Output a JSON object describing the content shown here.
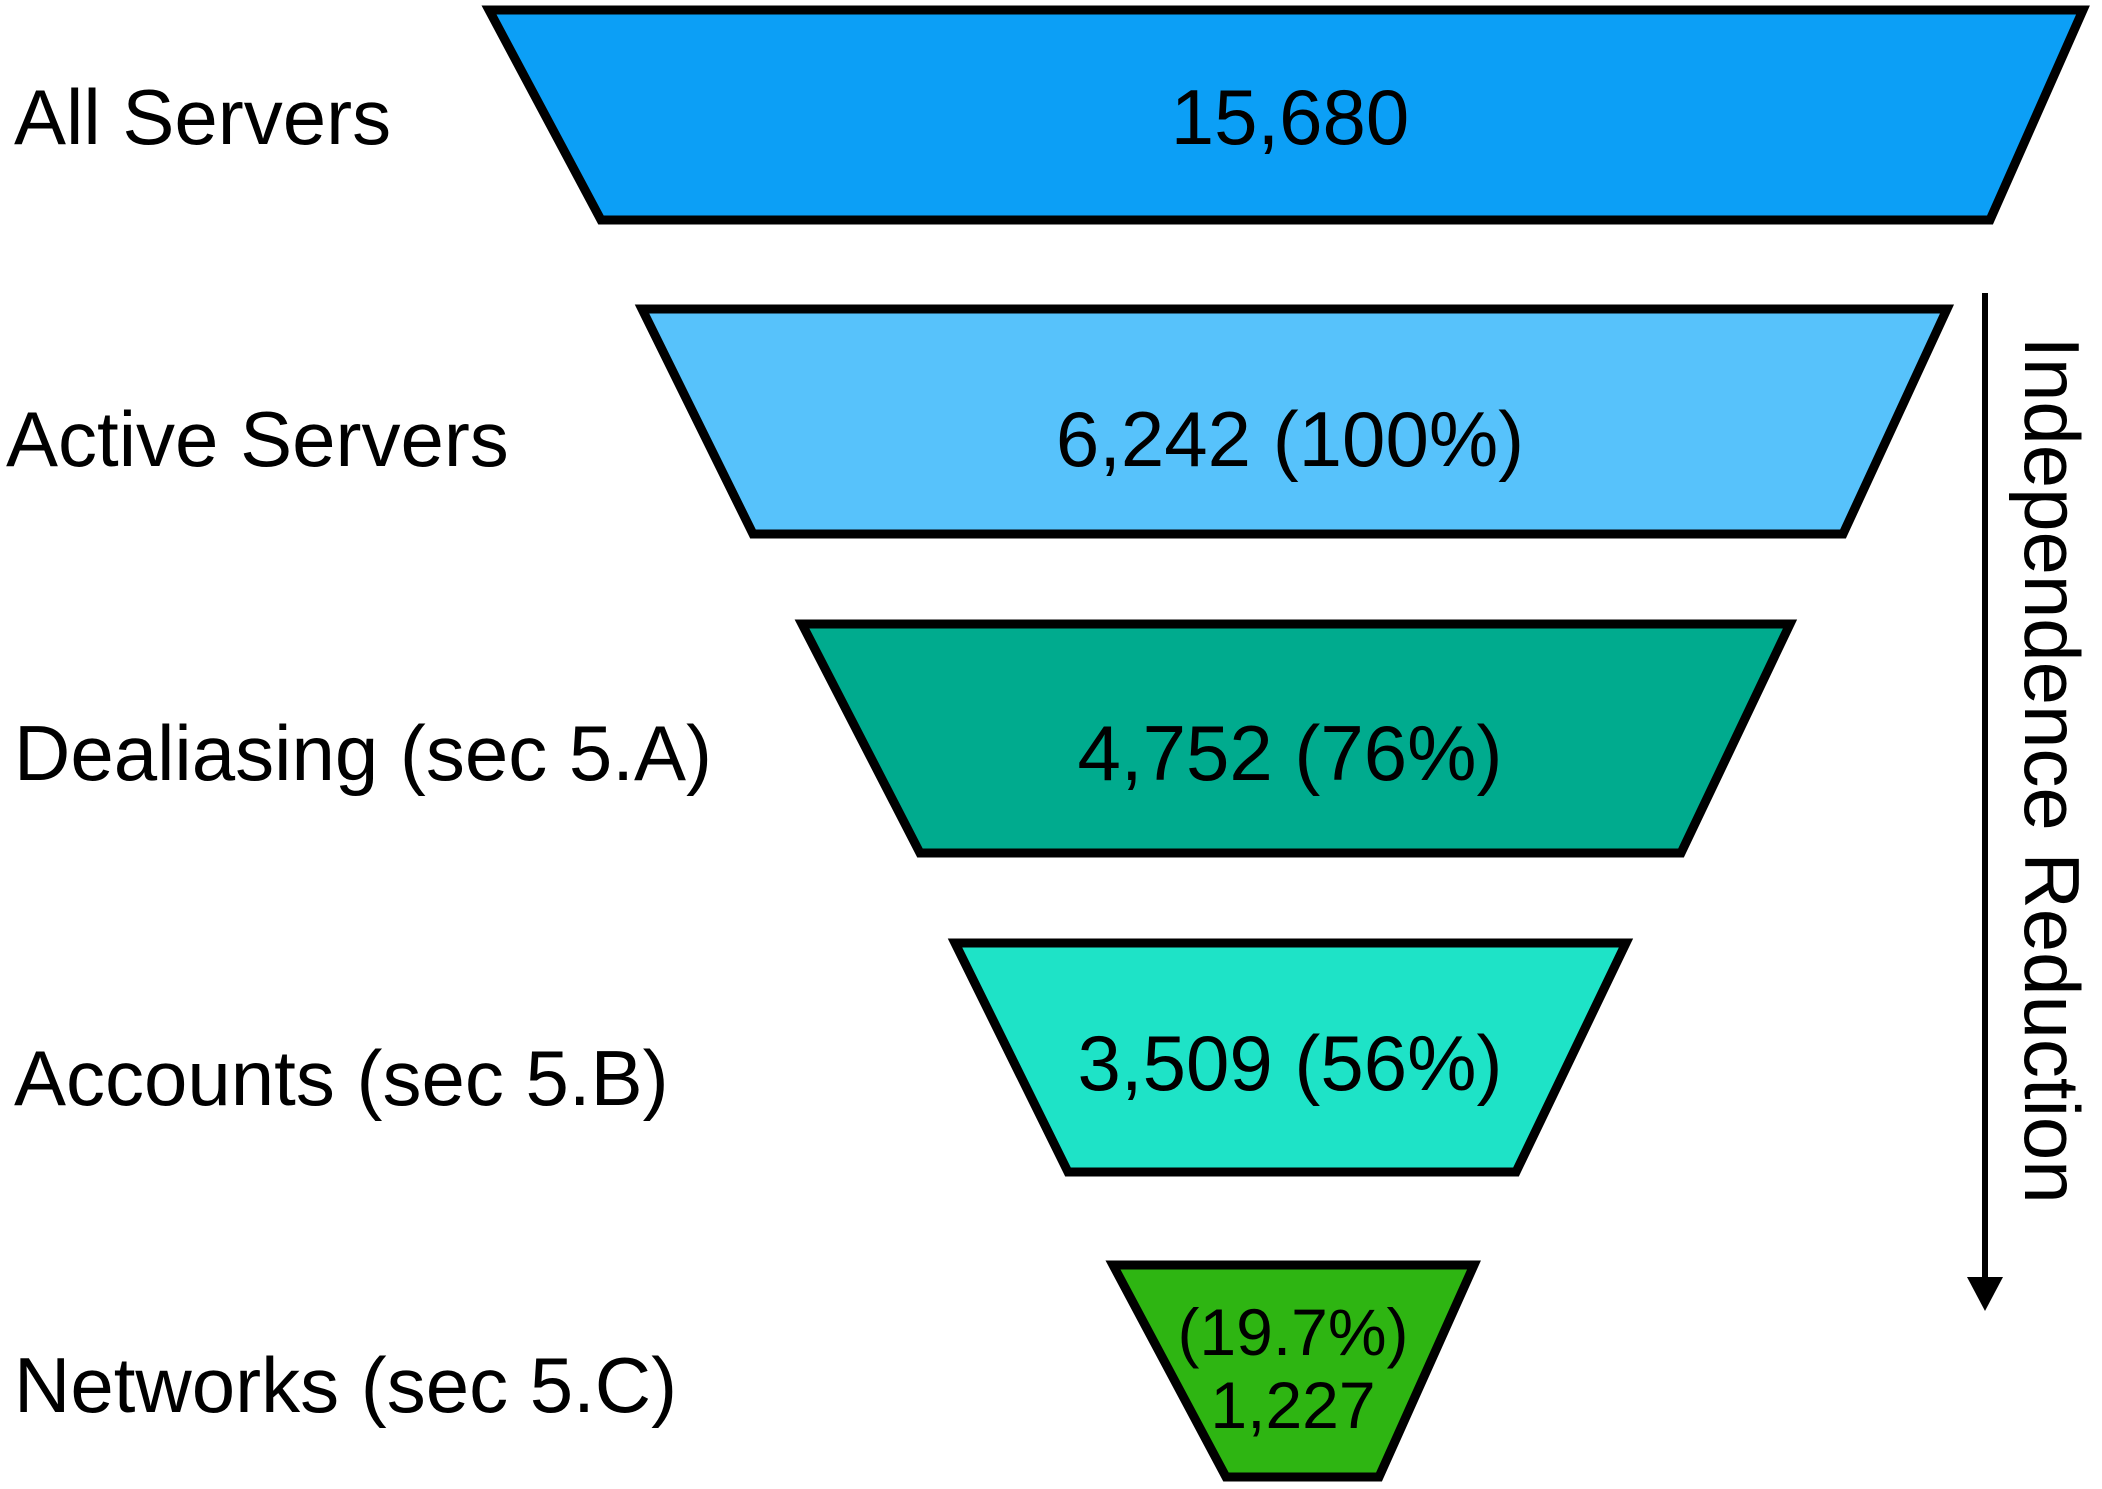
{
  "figure": {
    "background": "#ffffff",
    "stroke_color": "#000000",
    "arrow": {
      "label": "Independence Reduction",
      "direction": "down"
    }
  },
  "stages": [
    {
      "label": "All Servers",
      "value": "15,680",
      "color": "#0c9ff6"
    },
    {
      "label": "Active Servers",
      "value": "6,242 (100%)",
      "color": "#57c2fb"
    },
    {
      "label": "Dealiasing (sec 5.A)",
      "value": "4,752 (76%)",
      "color": "#00ab8e"
    },
    {
      "label": "Accounts (sec 5.B)",
      "value": "3,509 (56%)",
      "color": "#1ee3c7"
    },
    {
      "label": "Networks (sec 5.C)",
      "value_line1": "(19.7%)",
      "value_line2": "1,227",
      "color": "#2eb512"
    }
  ],
  "chart_data": {
    "type": "funnel",
    "title": "",
    "stages": [
      "All Servers",
      "Active Servers",
      "Dealiasing (sec 5.A)",
      "Accounts (sec 5.B)",
      "Networks (sec 5.C)"
    ],
    "values": [
      15680,
      6242,
      4752,
      3509,
      1227
    ],
    "value_labels": [
      "15,680",
      "6,242 (100%)",
      "4,752 (76%)",
      "3,509 (56%)",
      "(19.7%) 1,227"
    ],
    "percent_of_active_servers": [
      null,
      100,
      76,
      56,
      19.7
    ],
    "segment_colors": [
      "#0c9ff6",
      "#57c2fb",
      "#00ab8e",
      "#1ee3c7",
      "#2eb512"
    ],
    "annotation": "Independence Reduction",
    "annotation_position": "right-side vertical arrow pointing down, spanning stages 2-5",
    "legend": "none",
    "grid": false
  }
}
